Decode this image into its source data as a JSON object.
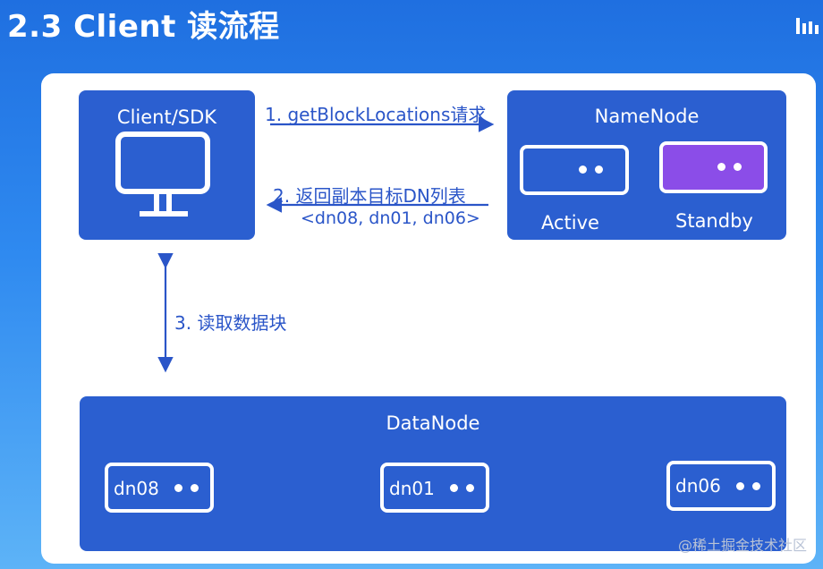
{
  "title": "2.3 Client 读流程",
  "client": {
    "label": "Client/SDK"
  },
  "namenode": {
    "label": "NameNode",
    "active_label": "Active",
    "standby_label": "Standby"
  },
  "datanode": {
    "label": "DataNode",
    "nodes": [
      {
        "label": "dn08"
      },
      {
        "label": "dn01"
      },
      {
        "label": "dn06"
      }
    ]
  },
  "steps": {
    "step1": "1. getBlockLocations请求",
    "step2": "2. 返回副本目标DN列表",
    "step2_list": "<dn08, dn01, dn06>",
    "step3": "3. 读取数据块"
  },
  "watermark": "@稀土掘金技术社区",
  "colors": {
    "box_blue": "#2b5fd0",
    "standby_purple": "#8b4de8",
    "arrow_blue": "#2a55c8",
    "background_top": "#1f6fe0"
  }
}
